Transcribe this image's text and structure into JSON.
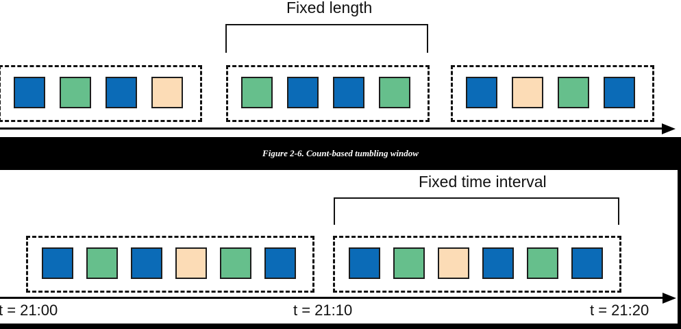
{
  "palette": {
    "blue": "#0b6bb7",
    "green": "#66bf8c",
    "peach": "#fcdcb6"
  },
  "count_diagram": {
    "bracket_label": "Fixed length",
    "windows": [
      {
        "events": [
          "blue",
          "green",
          "blue",
          "peach"
        ]
      },
      {
        "events": [
          "green",
          "blue",
          "blue",
          "green"
        ]
      },
      {
        "events": [
          "blue",
          "peach",
          "green",
          "blue"
        ]
      }
    ]
  },
  "caption": "Figure 2-6. Count-based tumbling window",
  "time_diagram": {
    "bracket_label": "Fixed time interval",
    "windows": [
      {
        "events": [
          "blue",
          "green",
          "blue",
          "peach",
          "green",
          "blue"
        ]
      },
      {
        "events": [
          "blue",
          "green",
          "peach",
          "blue",
          "green",
          "blue"
        ]
      }
    ],
    "time_labels": [
      "t = 21:00",
      "t = 21:10",
      "t = 21:20"
    ]
  }
}
